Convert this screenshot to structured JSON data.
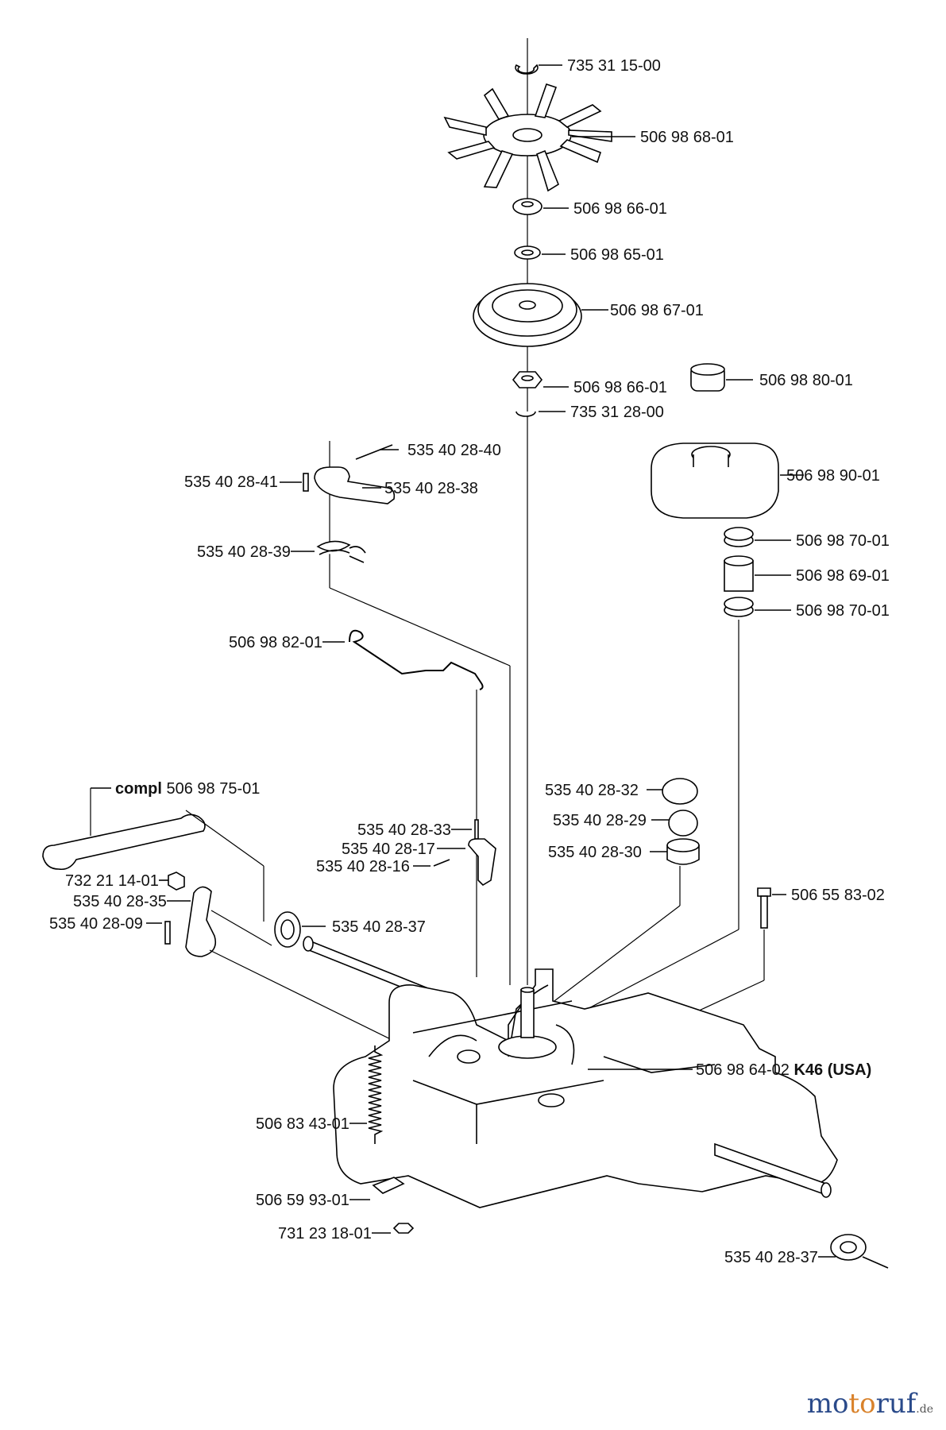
{
  "labels": {
    "p1": "735 31 15-00",
    "p2": "506 98 68-01",
    "p3": "506 98 66-01",
    "p4": "506 98 65-01",
    "p5": "506 98 67-01",
    "p6": "506 98 66-01",
    "p7": "735 31 28-00",
    "p8": "506 98 80-01",
    "p9": "535 40 28-40",
    "p10": "535 40 28-41",
    "p11": "535 40 28-38",
    "p12": "506 98 90-01",
    "p13": "535 40 28-39",
    "p14": "506 98 70-01",
    "p15": "506 98 69-01",
    "p16": "506 98 70-01",
    "p17": "506 98 82-01",
    "p18_bold": "compl",
    "p18": "506 98 75-01",
    "p19": "535 40 28-32",
    "p20": "535 40 28-29",
    "p21": "535 40 28-33",
    "p22": "535 40 28-17",
    "p23": "535 40 28-30",
    "p24": "535 40 28-16",
    "p25": "732 21 14-01",
    "p26": "506 55 83-02",
    "p27": "535 40 28-35",
    "p28": "535 40 28-09",
    "p29": "535 40 28-37",
    "p30": "506 98 64-02",
    "p30_bold": "K46 (USA)",
    "p31": "506 83 43-01",
    "p32": "506 59 93-01",
    "p33": "731 23 18-01",
    "p34": "535 40 28-37"
  },
  "logo": {
    "part1": "mo",
    "part2": "to",
    "part3": "ruf",
    "tld": ".de"
  },
  "colors": {
    "line": "#000000",
    "logo_blue": "#2a4a8a",
    "logo_orange": "#d9822b"
  },
  "icons": [
    "fan-icon",
    "pulley-icon",
    "reservoir-icon",
    "transaxle-icon"
  ]
}
